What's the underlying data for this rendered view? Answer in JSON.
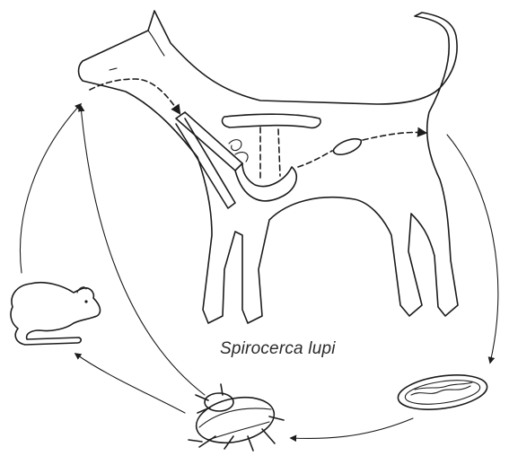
{
  "diagram": {
    "caption": "Spirocerca lupi",
    "ink_color": "#1c1c1c",
    "background": "#ffffff",
    "nodes": [
      {
        "id": "dog",
        "icon": "dog-icon"
      },
      {
        "id": "egg",
        "icon": "egg-icon"
      },
      {
        "id": "beetle",
        "icon": "beetle-icon"
      },
      {
        "id": "mouse",
        "icon": "mouse-icon"
      }
    ],
    "edges": [
      {
        "from": "dog",
        "to": "egg"
      },
      {
        "from": "egg",
        "to": "beetle"
      },
      {
        "from": "beetle",
        "to": "mouse"
      },
      {
        "from": "mouse",
        "to": "dog"
      },
      {
        "from": "beetle",
        "to": "dog"
      }
    ]
  }
}
